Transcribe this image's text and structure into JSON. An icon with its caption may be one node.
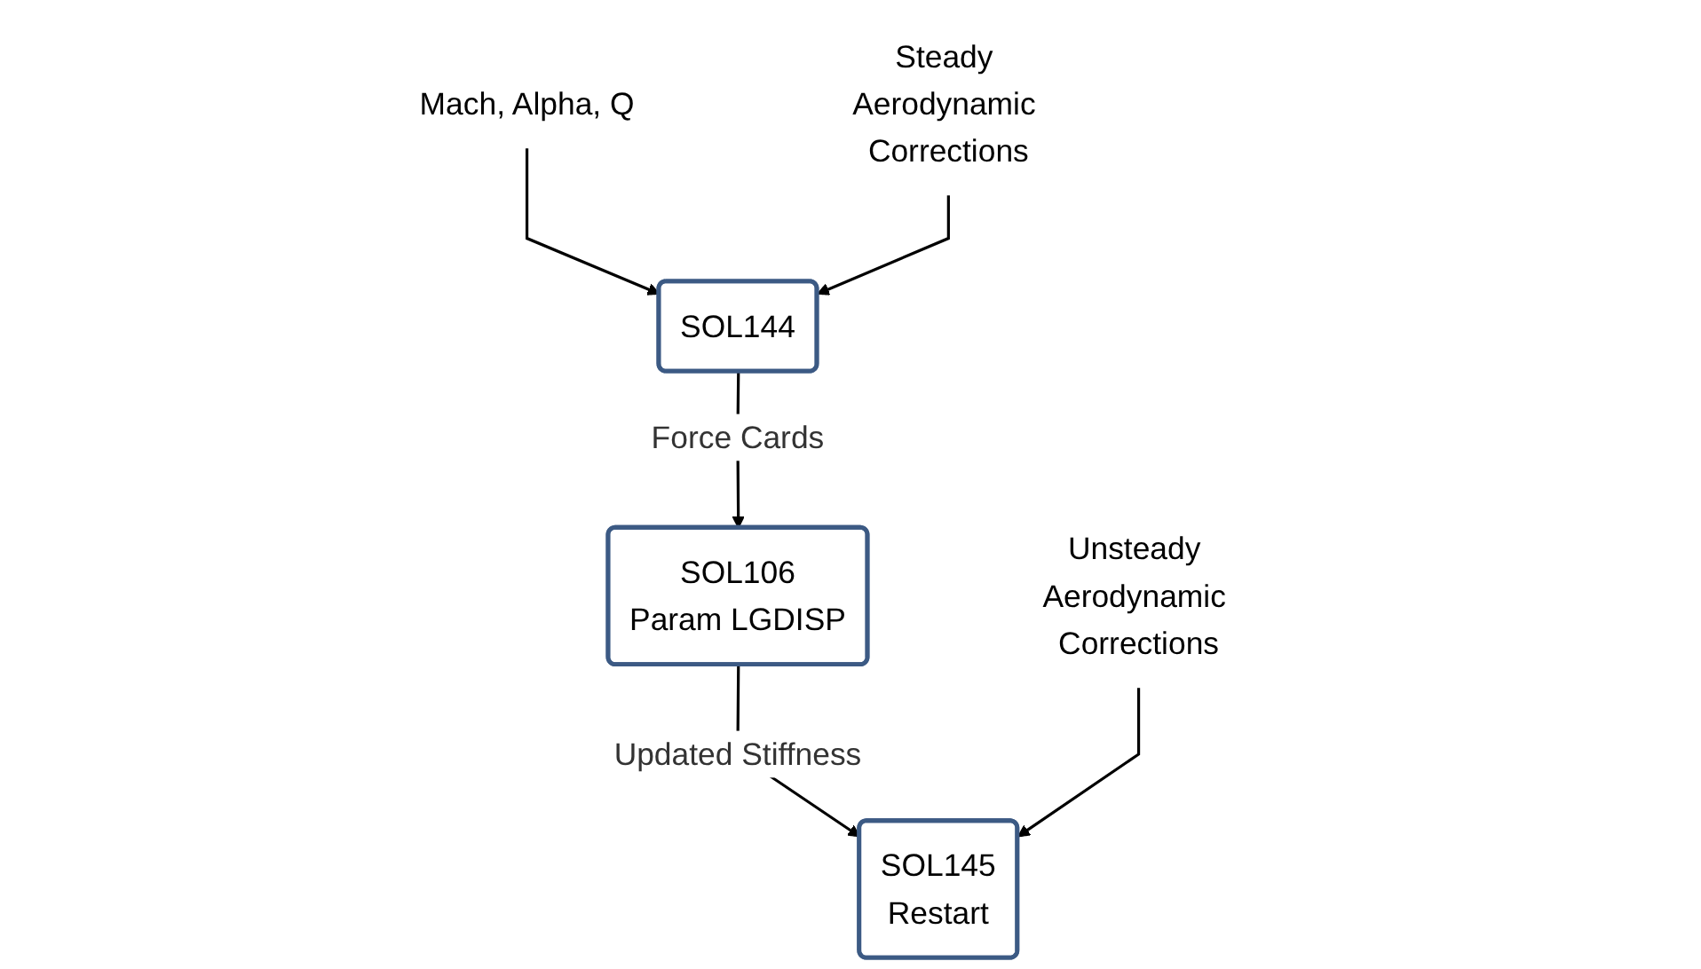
{
  "diagram": {
    "nodes": [
      {
        "text": [
          "Mach, Alpha, Q"
        ]
      },
      {
        "text": [
          "Steady Aerodynamic Corrections"
        ]
      },
      {
        "text": [
          "SOL144"
        ]
      },
      {
        "text": [
          "SOL106",
          "Param LGDISP"
        ]
      },
      {
        "text": [
          "Unsteady Aerodynamic Corrections"
        ]
      },
      {
        "text": [
          "SOL145",
          "Restart"
        ]
      }
    ],
    "edges": [
      {
        "from": 0,
        "to": 2,
        "arrow": "to"
      },
      {
        "from": 1,
        "to": 2,
        "arrow": "to"
      },
      {
        "from": 2,
        "to": 3,
        "arrow": "to",
        "label": "Force Cards"
      },
      {
        "from": 3,
        "to": 5,
        "arrow": "to",
        "label": "Updated Stiffness"
      },
      {
        "from": 4,
        "to": 5,
        "arrow": "to"
      }
    ]
  }
}
